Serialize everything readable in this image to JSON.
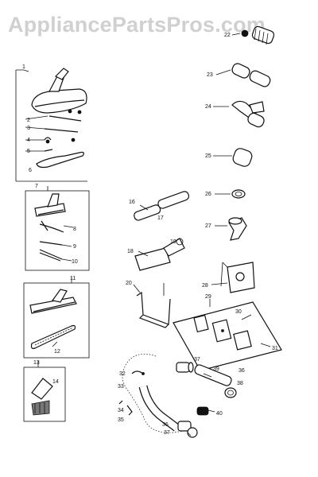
{
  "watermark": {
    "text": "AppliancePartsPros.com"
  },
  "labels": {
    "l1": "1",
    "l2": "2",
    "l3": "3",
    "l4": "4",
    "l5": "5",
    "l6": "6",
    "l7": "7",
    "l8": "8",
    "l9": "9",
    "l10": "10",
    "l11": "11",
    "l12": "12",
    "l13": "13",
    "l14": "14",
    "l16": "16",
    "l17": "17",
    "l18": "18",
    "l19": "19",
    "l20": "20",
    "l22": "22",
    "l23": "23",
    "l24": "24",
    "l25": "25",
    "l26": "26",
    "l27": "27",
    "l28": "28",
    "l29": "29",
    "l30": "30",
    "l31": "31",
    "l32": "32",
    "l33": "33",
    "l34": "34",
    "l35": "35",
    "l36a": "36",
    "l36b": "36",
    "l37a": "37",
    "l37b": "37",
    "l38": "38",
    "l39": "39",
    "l40": "40"
  }
}
